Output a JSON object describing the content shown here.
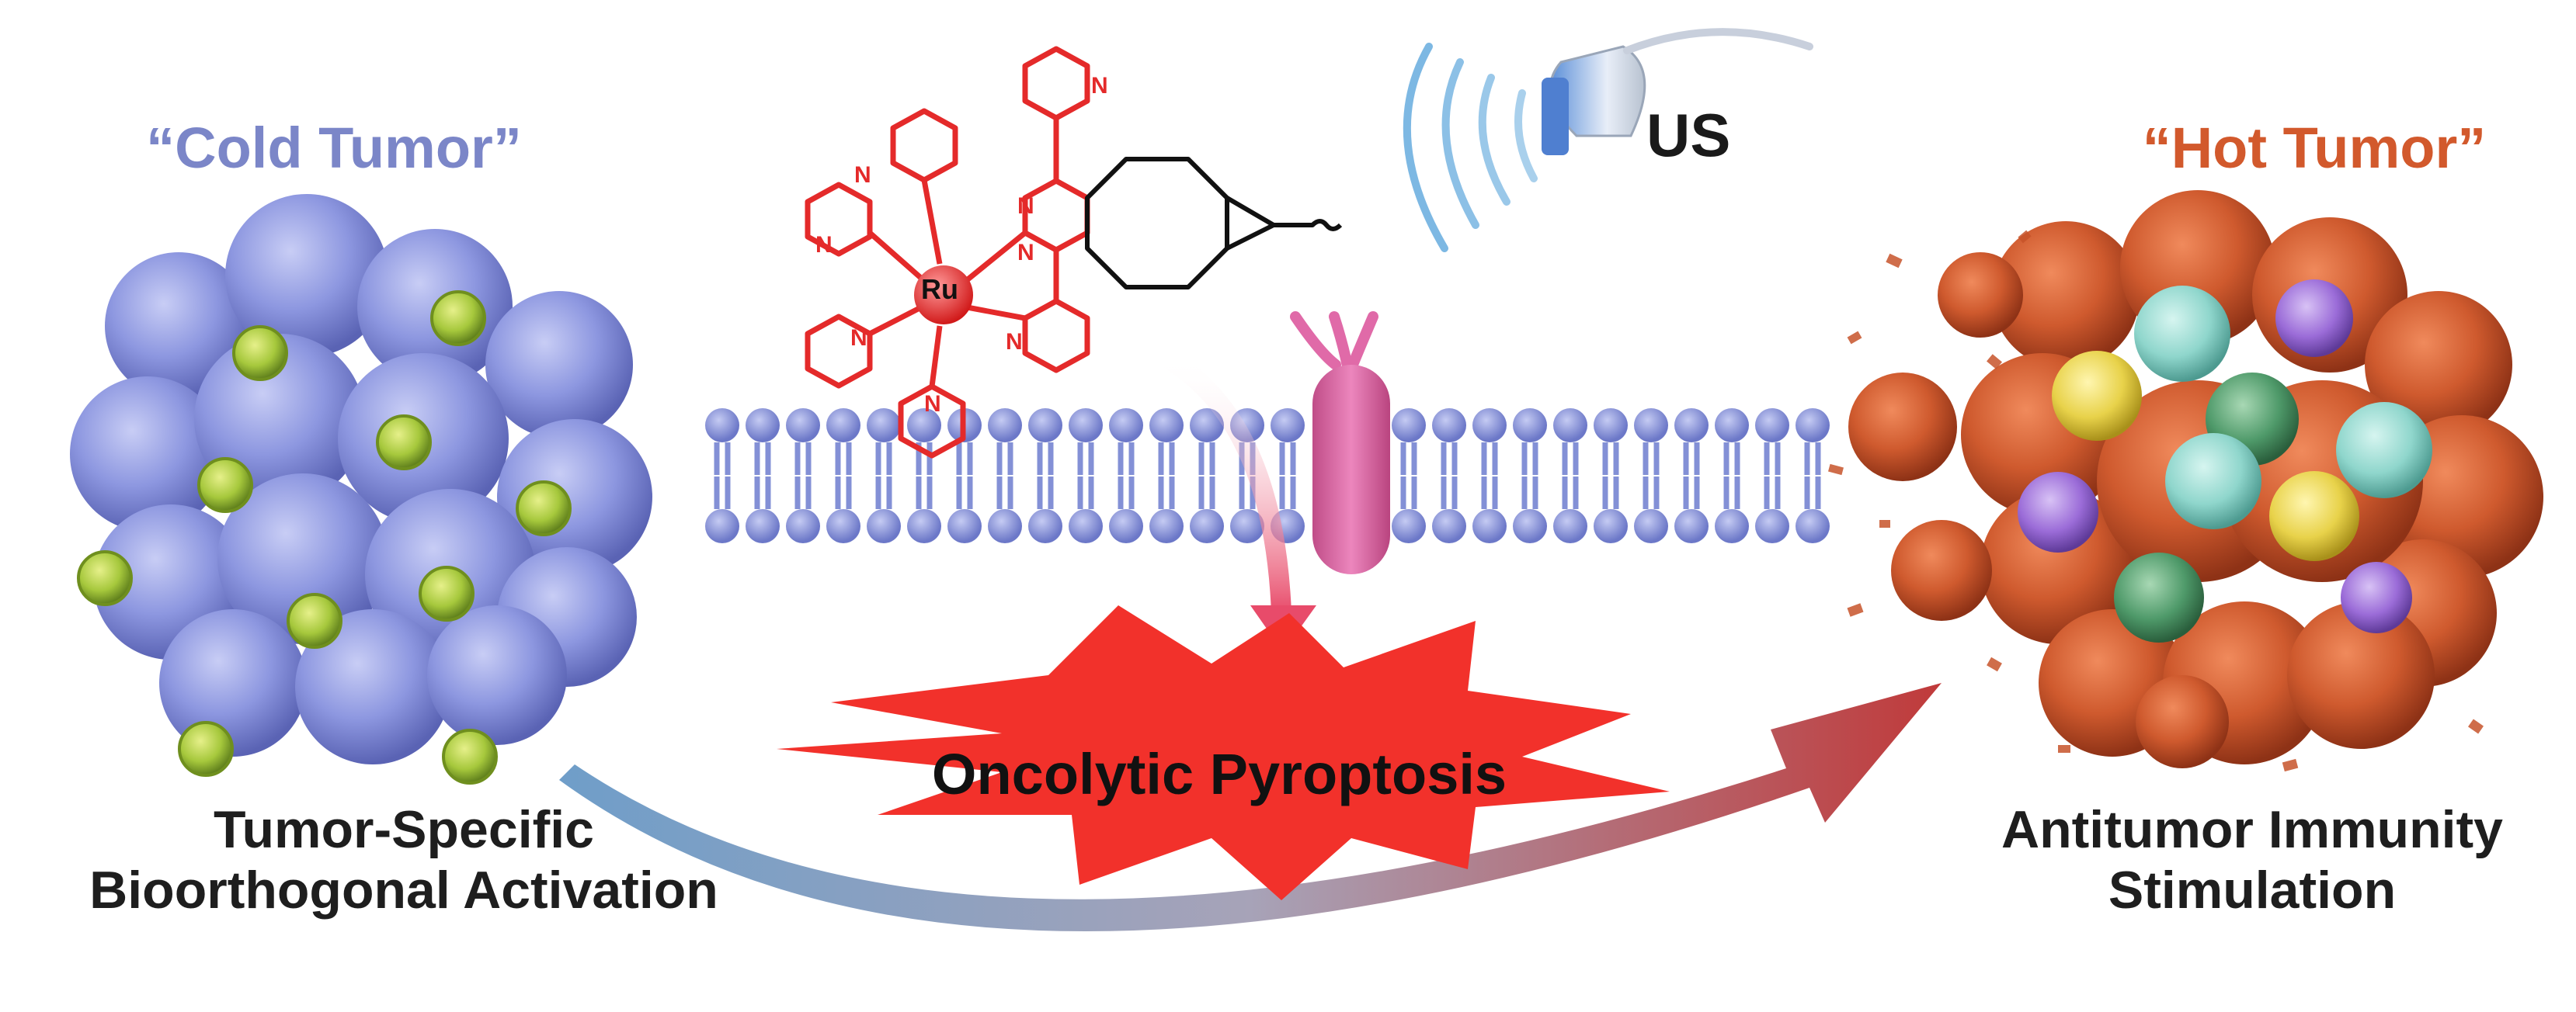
{
  "left_panel": {
    "title": "“Cold Tumor”",
    "caption_line1": "Tumor-Specific",
    "caption_line2": "Bioorthogonal Activation",
    "cell_color": "#8d97e0",
    "virus_color": "#a6c83c"
  },
  "right_panel": {
    "title": "“Hot Tumor”",
    "caption_line1": "Antitumor Immunity",
    "caption_line2": "Stimulation",
    "cell_color": "#cf5a2e",
    "immune_cell_colors": [
      "#8fd6cc",
      "#e8d24a",
      "#4f9a6a",
      "#9b6cd8"
    ]
  },
  "center": {
    "ultrasound_label": "US",
    "burst_label": "Oncolytic Pyroptosis",
    "burst_color": "#f2312b",
    "membrane_color": "#8390d6",
    "receptor_color": "#e06aa8",
    "molecule_color": "#e42a2a",
    "metal_center": "Ru",
    "nitrogen_label": "N"
  },
  "arrow_colors": {
    "start": "#6f9ec9",
    "end": "#c03a3a"
  }
}
